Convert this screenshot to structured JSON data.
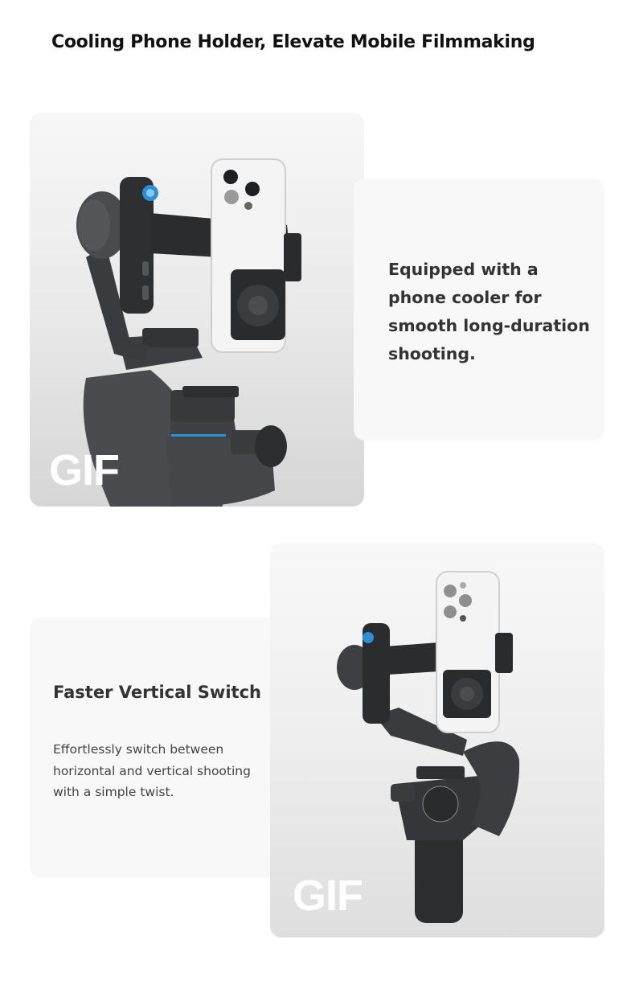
{
  "page": {
    "title": "Cooling Phone Holder, Elevate Mobile Filmmaking"
  },
  "sections": [
    {
      "media": {
        "badge": "GIF",
        "subject": "gimbal-with-phone-cooler-horizontal"
      },
      "text": "Equipped with a phone cooler for smooth long-duration shooting."
    },
    {
      "heading": "Faster Vertical Switch",
      "body": "Effortlessly switch between horizontal and vertical shooting with a simple twist.",
      "media": {
        "badge": "GIF",
        "subject": "gimbal-with-phone-cooler-vertical"
      }
    }
  ],
  "colors": {
    "title": "#111111",
    "card_bg": "#f8f8f8",
    "body_text": "#333333",
    "gimbal_dark": "#3a3b3d",
    "accent_blue": "#2d8fd6",
    "phone_white": "#f5f5f5"
  }
}
